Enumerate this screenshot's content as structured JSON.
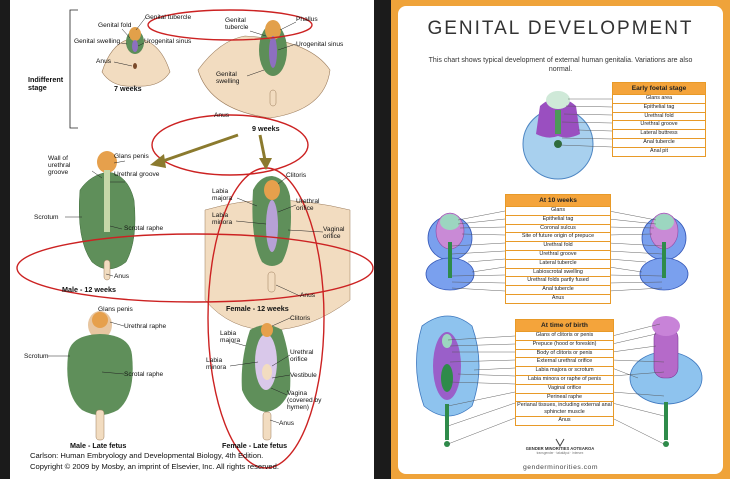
{
  "left": {
    "stage_labels": {
      "indifferent": "Indifferent stage",
      "w7": "7 weeks",
      "w9": "9 weeks",
      "male12": "Male - 12 weeks",
      "female12": "Female - 12 weeks",
      "male_late": "Male - Late fetus",
      "female_late": "Female - Late fetus"
    },
    "labels": {
      "genital_fold": "Genital fold",
      "genital_tubercle": "Genital tubercle",
      "genital_swelling": "Genital swelling",
      "urogenital_sinus": "Urogenital sinus",
      "anus_a": "Anus",
      "genital_tubercle_9": "Genital tubercle",
      "phallus": "Phallus",
      "urogenital_sinus_9": "Urogenital sinus",
      "genital_swelling_9": "Genital swelling",
      "anus_9": "Anus",
      "wall": "Wall of urethral groove",
      "glans_penis": "Glans penis",
      "urethral_groove": "Urethral groove",
      "scrotum": "Scrotum",
      "scrotal_raphe": "Scrotal raphe",
      "anus_m12": "Anus",
      "clitoris": "Clitoris",
      "labia_majora": "Labia majora",
      "labia_minora": "Labia minora",
      "urethral_orifice": "Urethral orifice",
      "vaginal_orifice": "Vaginal orifice",
      "anus_f12": "Anus",
      "glans_penis_late": "Glans penis",
      "urethral_raphe": "Urethral raphe",
      "scrotum_late": "Scrotum",
      "scrotal_raphe_late": "Scrotal raphe",
      "clitoris_late": "Clitoris",
      "labia_majora_late": "Labia majora",
      "labia_minora_late": "Labia minora",
      "urethral_orifice_late": "Urethral orifice",
      "vestibule": "Vestibule",
      "vagina_covered": "Vagina (covered by hymen)",
      "anus_late": "Anus"
    },
    "credit_line1": "Carlson: Human Embryology and Developmental Biology, 4th Edition.",
    "credit_line2": "Copyright © 2009 by Mosby, an imprint of Elsevier, Inc. All rights reserved."
  },
  "right": {
    "title": "GENITAL DEVELOPMENT",
    "subtitle": "This chart shows typical development of external human genitalia. Variations are also normal.",
    "early": {
      "header": "Early foetal stage",
      "items": [
        "Glans area",
        "Epithelial tag",
        "Urethral fold",
        "Urethral groove",
        "Lateral buttress",
        "Anal tubercle",
        "Anal pit"
      ]
    },
    "week10": {
      "header": "At 10 weeks",
      "items": [
        "Glans",
        "Epithelial tag",
        "Coronal sulcus",
        "Site of future origin of prepuce",
        "Urethral fold",
        "Urethral groove",
        "Lateral tubercle",
        "Labioscrotal swelling",
        "Urethral folds partly fused",
        "Anal tubercle",
        "Anus"
      ]
    },
    "birth": {
      "header": "At time of birth",
      "items": [
        "Glans of clitoris or penis",
        "Prepuce (hood or foreskin)",
        "Body of clitoris or penis",
        "External urethral orifice",
        "Labia majora or scrotum",
        "Labia minora or raphe of penis",
        "Vaginal orifice",
        "Perineal raphe",
        "Perianal tissues, including external anal sphincter muscle",
        "Anus"
      ]
    },
    "logo_title": "GENDER MINORITIES AOTEAROA",
    "logo_sub": "transgender · takatāpui · intersex",
    "footer": "genderminorities.com"
  },
  "colors": {
    "orange": "#f4a43b",
    "annotation_red": "#cc2222",
    "arrow_olive": "#8b7a2e",
    "male_green": "#5f8f5a",
    "female_purple": "#b7a1d6"
  }
}
